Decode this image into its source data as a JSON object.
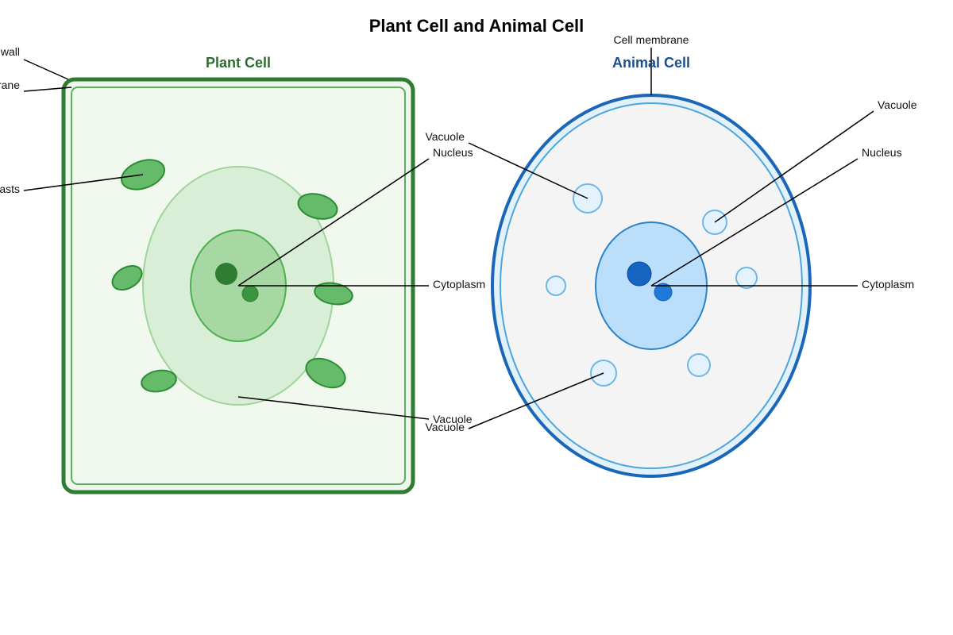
{
  "title": "Plant Cell and Animal Cell",
  "colors": {
    "plant_accent": "#2e7d32",
    "plant_title": "#2e6b30",
    "animal_accent": "#1a66b8",
    "animal_title": "#1b4f91"
  },
  "plant": {
    "title": "Plant Cell",
    "labels": {
      "cell_wall": "wall",
      "cell_membrane": "rane",
      "chloroplasts": "asts",
      "nucleus": "Nucleus",
      "cytoplasm": "Cytoplasm",
      "vacuole": "Vacuole"
    }
  },
  "animal": {
    "title": "Animal Cell",
    "labels": {
      "cell_membrane": "Cell membrane",
      "vacuole_upper_left": "Vacuole",
      "vacuole_upper_right": "Vacuole",
      "nucleus": "Nucleus",
      "cytoplasm": "Cytoplasm",
      "vacuole_lower": "Vacuole"
    }
  }
}
